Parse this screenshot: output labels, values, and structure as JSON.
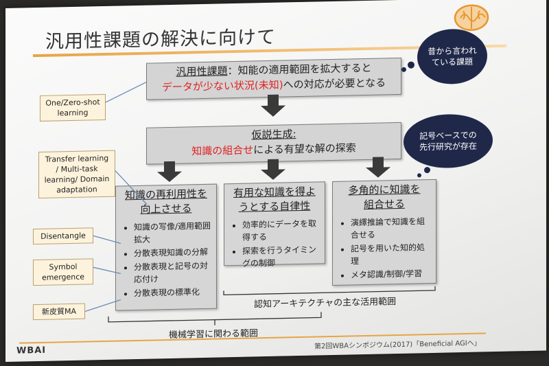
{
  "slide": {
    "title": "汎用性課題の解決に向けて",
    "top_box": {
      "line1_label": "汎用性課題",
      "line1_colon": "：",
      "line1_rest": "知能の適用範囲を拡大すると",
      "line2_red": "データが少ない状況",
      "line2_paren": "(未知)",
      "line2_rest": "への対応が必要となる"
    },
    "hyp_box": {
      "title": "仮説生成:",
      "red": "知識の組合せ",
      "rest": "による有望な解の探索"
    },
    "columns": [
      {
        "title1": "知識の再利用性を",
        "title2": "向上させる",
        "items": [
          "知識の写像/適用範囲拡大",
          "分散表現知識の分解",
          "分散表現と記号の対応付け",
          "分散表現の標準化"
        ]
      },
      {
        "title1": "有用な知識を得よ",
        "title2": "うとする自律性",
        "items": [
          "効率的にデータを取得する",
          "探索を行うタイミングの制御"
        ]
      },
      {
        "title1": "多角的に知識を",
        "title2": "組合せる",
        "items": [
          "演繹推論で知識を組合せる",
          "記号を用いた知的処理",
          "メタ認識/制御/学習"
        ]
      }
    ],
    "tags": {
      "oneshot": "One/Zero-shot learning",
      "transfer": "Transfer learning / Multi-task learning/ Domain adaptation",
      "disentangle": "Disentangle",
      "symbol": "Symbol emergence",
      "neocortex": "新皮質MA"
    },
    "clouds": {
      "old": "昔から言われている課題",
      "symbol": "記号ベースでの先行研究が存在"
    },
    "brackets": {
      "cognitive": "認知アーキテクチャの主な活用範囲",
      "ml": "機械学習に関わる範囲"
    },
    "footer": "第2回WBAシンポジウム(2017)「Beneficial AGIへ」",
    "logo_text": "WBAI"
  },
  "colors": {
    "accent": "#e6a544",
    "red": "#e02020",
    "cloud": "#20284a",
    "box": "#d4d4d4",
    "tag": "#fdf3dc",
    "arrow": "#3a3a3a"
  }
}
